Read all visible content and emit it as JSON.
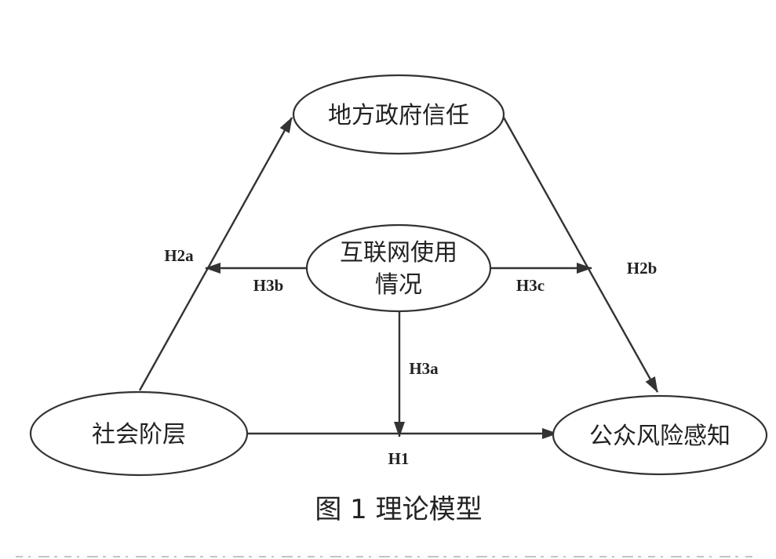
{
  "nodes": {
    "local_gov_trust": {
      "lines": [
        "地方政府信任"
      ]
    },
    "internet_use": {
      "lines": [
        "互联网使用",
        "情况"
      ]
    },
    "social_class": {
      "lines": [
        "社会阶层"
      ]
    },
    "public_risk": {
      "lines": [
        "公众风险感知"
      ]
    }
  },
  "edges": {
    "h2a": {
      "label": "H2a"
    },
    "h2b": {
      "label": "H2b"
    },
    "h3b": {
      "label": "H3b"
    },
    "h3c": {
      "label": "H3c"
    },
    "h3a": {
      "label": "H3a"
    },
    "h1": {
      "label": "H1"
    }
  },
  "caption": "图 1  理论模型",
  "colors": {
    "stroke": "#333333",
    "text": "#222222",
    "background": "#ffffff"
  }
}
